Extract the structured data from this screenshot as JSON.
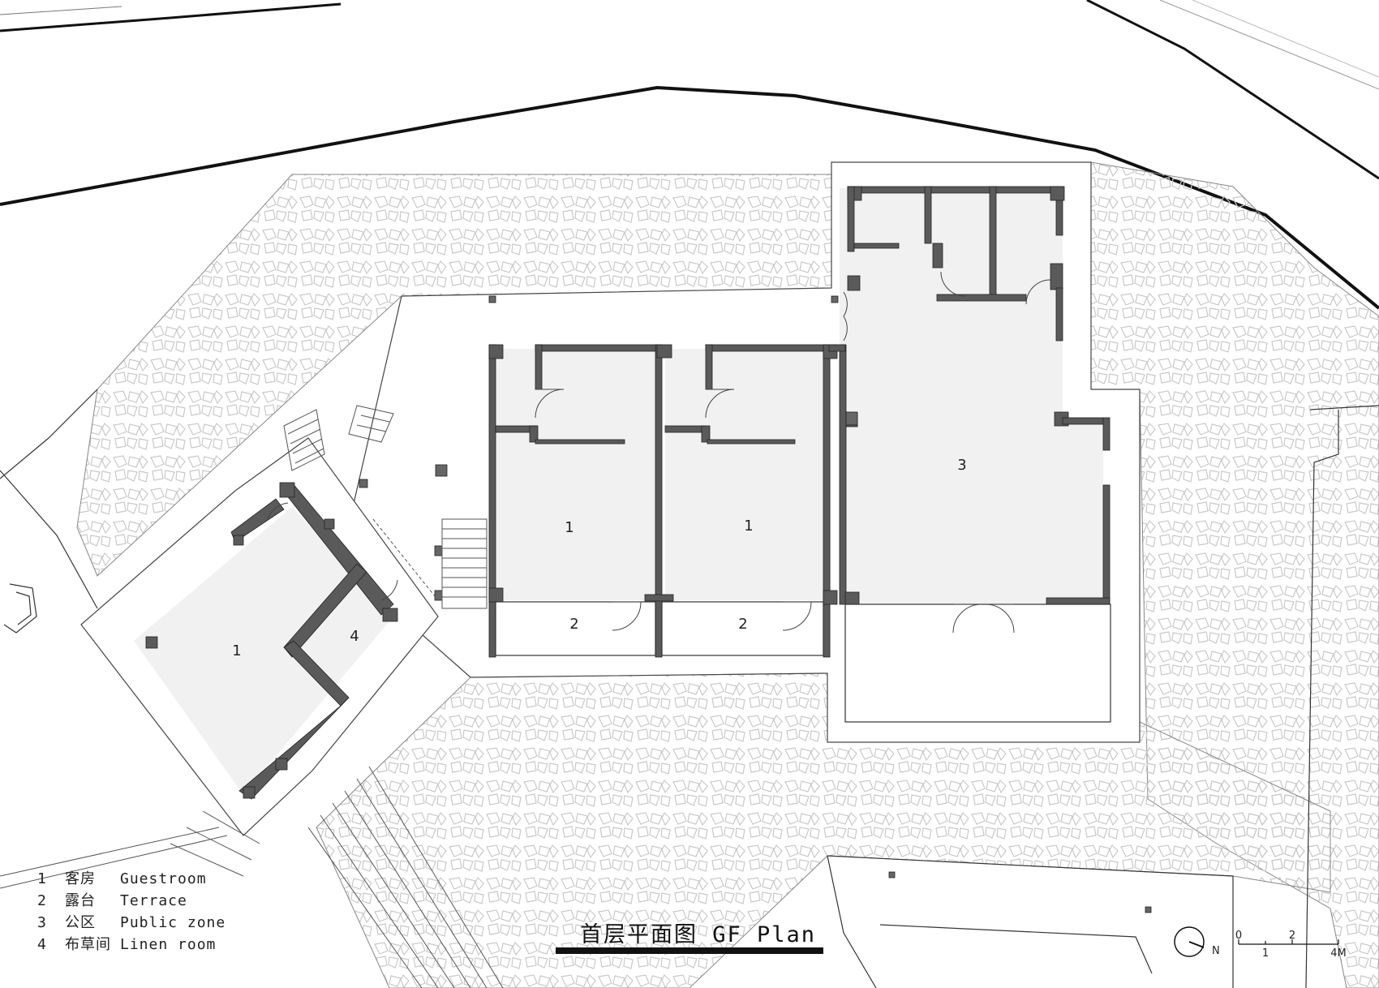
{
  "title": "首层平面图 GF Plan",
  "room_labels": {
    "guestroom": "1",
    "terrace": "2",
    "public_zone": "3",
    "linen_room": "4"
  },
  "legend": [
    {
      "num": "1",
      "zh": "客房",
      "en": "Guestroom"
    },
    {
      "num": "2",
      "zh": "露台",
      "en": "Terrace"
    },
    {
      "num": "3",
      "zh": "公区",
      "en": "Public zone"
    },
    {
      "num": "4",
      "zh": "布草间",
      "en": "Linen room"
    }
  ],
  "north_label": "N",
  "scale": {
    "top": [
      "0",
      "2"
    ],
    "bottom": [
      "1",
      "4M"
    ]
  },
  "colors": {
    "wall": "#555555",
    "floor": "#f1f1f1",
    "paving": "#dcdcdc",
    "line": "#111111"
  }
}
